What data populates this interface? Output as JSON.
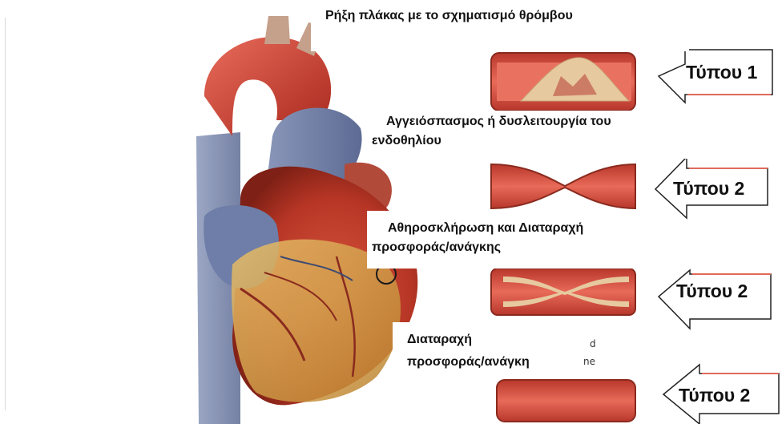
{
  "labels": {
    "type1_description": "Ρήξη πλάκας με το σχηματισμό θρόμβου",
    "type2_vasospasm_line1": "Αγγειόσπασμος ή δυσλειτουργία του",
    "type2_vasospasm_line2": "ενδοθηλίου",
    "type2_atherosclerosis_line1": "Αθηροσκλήρωση και Διαταραχή",
    "type2_atherosclerosis_line2": "προσφοράς/ανάγκης",
    "type2_supply_line1": "Διαταραχή",
    "type2_supply_line2": "προσφοράς/ανάγκη"
  },
  "arrows": {
    "type1": "Τύπου 1",
    "type2_a": "Τύπου 2",
    "type2_b": "Τύπου 2",
    "type2_c": "Τύπου 2"
  },
  "residual_text": {
    "line1": "d",
    "line2": "ne"
  },
  "colors": {
    "arrow_border": "#222222",
    "arrow_fill": "#ffffff",
    "vessel_red": "#d8453a",
    "vessel_dark": "#a32a22",
    "plaque": "#e7c9a0",
    "heart_red": "#c8402e",
    "fat_yellow": "#d9a64a",
    "aorta_blue": "#6f7fa8"
  },
  "icons": [
    "heart-illustration",
    "artery-cross-section",
    "left-arrow-callout"
  ]
}
